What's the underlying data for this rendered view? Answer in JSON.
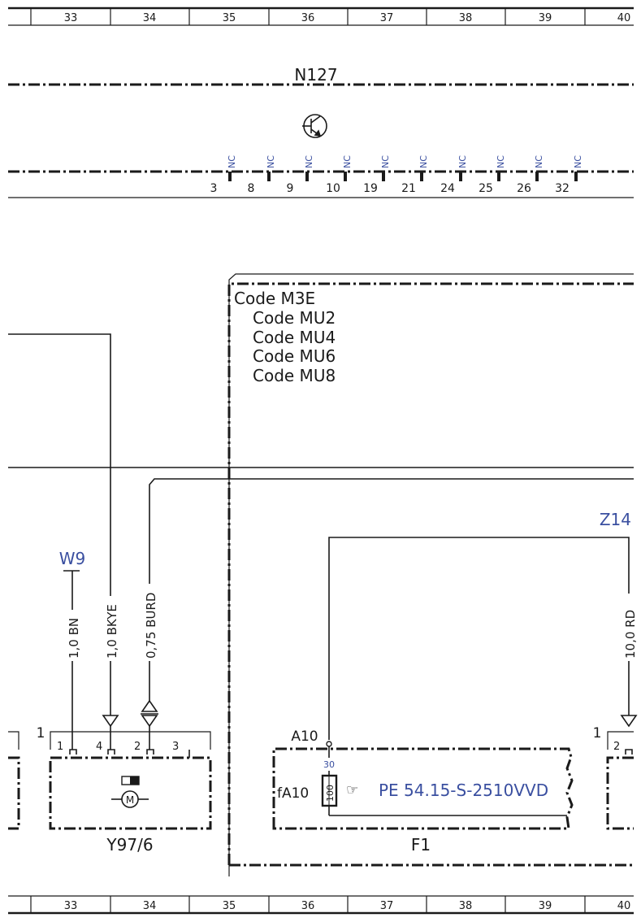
{
  "grid": {
    "columns": [
      "33",
      "34",
      "35",
      "36",
      "37",
      "38",
      "39",
      "40"
    ]
  },
  "n127": {
    "title": "N127",
    "transistor_icon": "transistor-symbol",
    "pins": [
      {
        "num": "3",
        "nc": "NC"
      },
      {
        "num": "8",
        "nc": "NC"
      },
      {
        "num": "9",
        "nc": "NC"
      },
      {
        "num": "10",
        "nc": "NC"
      },
      {
        "num": "19",
        "nc": "NC"
      },
      {
        "num": "21",
        "nc": "NC"
      },
      {
        "num": "24",
        "nc": "NC"
      },
      {
        "num": "25",
        "nc": "NC"
      },
      {
        "num": "26",
        "nc": "NC"
      },
      {
        "num": "32",
        "nc": "NC"
      }
    ]
  },
  "codes": {
    "main": "Code M3E",
    "sub": [
      "Code MU2",
      "Code MU4",
      "Code MU6",
      "Code MU8"
    ]
  },
  "wires": {
    "w9": "W9",
    "z14": "Z14",
    "w1": "1,0 BN",
    "w2": "1,0 BKYE",
    "w3": "0,75 BURD",
    "w4": "10,0 RD"
  },
  "y97": {
    "label": "Y97/6",
    "connector_num": "1",
    "pins": [
      "1",
      "4",
      "2",
      "3"
    ],
    "motor_icon": "motor-symbol"
  },
  "f1": {
    "label": "F1",
    "a10": "A10",
    "fuse_label": "fA10",
    "fuse_value": "100",
    "terminal": "30",
    "reference": "PE 54.15-S-2510VVD",
    "ref_icon": "pointing-hand-icon"
  },
  "right_connector": {
    "num": "1",
    "pin": "2"
  },
  "colors": {
    "line": "#1a1a1a",
    "blue": "#3a4fa0"
  }
}
